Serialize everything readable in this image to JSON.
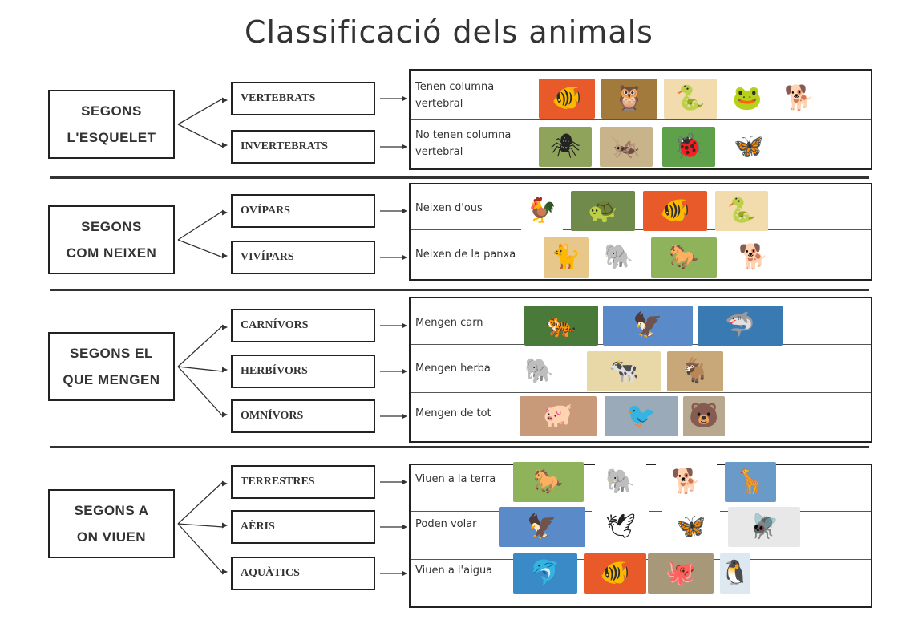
{
  "title": "Classificació dels animals",
  "sections": [
    {
      "criterion": [
        "SEGONS",
        "L'ESQUELET"
      ],
      "rows": [
        {
          "category": "VERTEBRATS",
          "description": [
            "Tenen columna",
            "vertebral"
          ],
          "pictures": [
            {
              "icon": "fish-icon",
              "glyph": "🐠",
              "bg": "#e85a2a"
            },
            {
              "icon": "owl-icon",
              "glyph": "🦉",
              "bg": "#a27a3c"
            },
            {
              "icon": "snake-icon",
              "glyph": "🐍",
              "bg": "#f2dcae"
            },
            {
              "icon": "frog-icon",
              "glyph": "🐸",
              "bg": "#ffffff"
            },
            {
              "icon": "dog-icon",
              "glyph": "🐕",
              "bg": "#ffffff"
            }
          ]
        },
        {
          "category": "INVERTEBRATS",
          "description": [
            "No tenen columna",
            "vertebral"
          ],
          "pictures": [
            {
              "icon": "spider-icon",
              "glyph": "🕷",
              "bg": "#8fa35a"
            },
            {
              "icon": "grasshopper-icon",
              "glyph": "🦗",
              "bg": "#c8b48a"
            },
            {
              "icon": "ladybug-icon",
              "glyph": "🐞",
              "bg": "#5fa04a"
            },
            {
              "icon": "butterfly-icon",
              "glyph": "🦋",
              "bg": "#ffffff"
            }
          ]
        }
      ]
    },
    {
      "criterion": [
        "SEGONS",
        "COM NEIXEN"
      ],
      "rows": [
        {
          "category": "OVÍPARS",
          "description": [
            "Neixen d'ous"
          ],
          "pictures": [
            {
              "icon": "rooster-icon",
              "glyph": "🐓",
              "bg": "#ffffff"
            },
            {
              "icon": "turtle-icon",
              "glyph": "🐢",
              "bg": "#6f8a4a"
            },
            {
              "icon": "fish-icon",
              "glyph": "🐠",
              "bg": "#e85a2a"
            },
            {
              "icon": "snake-icon",
              "glyph": "🐍",
              "bg": "#f2dcae"
            }
          ]
        },
        {
          "category": "VIVÍPARS",
          "description": [
            "Neixen de la panxa"
          ],
          "pictures": [
            {
              "icon": "cat-icon",
              "glyph": "🐈",
              "bg": "#e8c88a"
            },
            {
              "icon": "elephant-icon",
              "glyph": "🐘",
              "bg": "#ffffff"
            },
            {
              "icon": "horse-icon",
              "glyph": "🐎",
              "bg": "#8fb35a"
            },
            {
              "icon": "dog-icon",
              "glyph": "🐕",
              "bg": "#ffffff"
            }
          ]
        }
      ]
    },
    {
      "criterion": [
        "SEGONS EL",
        "QUE MENGEN"
      ],
      "rows": [
        {
          "category": "CARNÍVORS",
          "description": [
            "Mengen carn"
          ],
          "pictures": [
            {
              "icon": "tiger-icon",
              "glyph": "🐅",
              "bg": "#4a7a3a"
            },
            {
              "icon": "eagle-icon",
              "glyph": "🦅",
              "bg": "#5a8ac8"
            },
            {
              "icon": "shark-icon",
              "glyph": "🦈",
              "bg": "#3a7ab3"
            }
          ]
        },
        {
          "category": "HERBÍVORS",
          "description": [
            "Mengen herba"
          ],
          "pictures": [
            {
              "icon": "elephant-icon",
              "glyph": "🐘",
              "bg": "#ffffff"
            },
            {
              "icon": "cow-icon",
              "glyph": "🐄",
              "bg": "#e8d8a8"
            },
            {
              "icon": "goat-icon",
              "glyph": "🐐",
              "bg": "#c8a878"
            }
          ]
        },
        {
          "category": "OMNÍVORS",
          "description": [
            "Mengen de tot"
          ],
          "pictures": [
            {
              "icon": "pig-icon",
              "glyph": "🐖",
              "bg": "#c89a7a"
            },
            {
              "icon": "seagull-icon",
              "glyph": "🐦",
              "bg": "#9aaab8"
            },
            {
              "icon": "bear-icon",
              "glyph": "🐻",
              "bg": "#b8a890"
            }
          ]
        }
      ]
    },
    {
      "criterion": [
        "SEGONS A",
        "ON VIUEN"
      ],
      "rows": [
        {
          "category": "TERRESTRES",
          "description": [
            "Viuen a la terra"
          ],
          "pictures": [
            {
              "icon": "horse-icon",
              "glyph": "🐎",
              "bg": "#8fb35a"
            },
            {
              "icon": "elephant-icon",
              "glyph": "🐘",
              "bg": "#ffffff"
            },
            {
              "icon": "dog-icon",
              "glyph": "🐕",
              "bg": "#ffffff"
            },
            {
              "icon": "giraffe-icon",
              "glyph": "🦒",
              "bg": "#6a9ac8"
            }
          ]
        },
        {
          "category": "AÈRIS",
          "description": [
            "Poden volar"
          ],
          "pictures": [
            {
              "icon": "eagle-icon",
              "glyph": "🦅",
              "bg": "#5a8ac8"
            },
            {
              "icon": "pigeon-icon",
              "glyph": "🕊",
              "bg": "#ffffff"
            },
            {
              "icon": "butterfly-icon",
              "glyph": "🦋",
              "bg": "#ffffff"
            },
            {
              "icon": "fly-icon",
              "glyph": "🪰",
              "bg": "#e8e8e8"
            }
          ]
        },
        {
          "category": "AQUÀTICS",
          "description": [
            "Viuen a l'aigua"
          ],
          "pictures": [
            {
              "icon": "dolphin-icon",
              "glyph": "🐬",
              "bg": "#3a8ac8"
            },
            {
              "icon": "fish-icon",
              "glyph": "🐠",
              "bg": "#e85a2a"
            },
            {
              "icon": "octopus-icon",
              "glyph": "🐙",
              "bg": "#a8987a"
            },
            {
              "icon": "penguin-icon",
              "glyph": "🐧",
              "bg": "#dde8f0"
            }
          ]
        }
      ]
    }
  ]
}
